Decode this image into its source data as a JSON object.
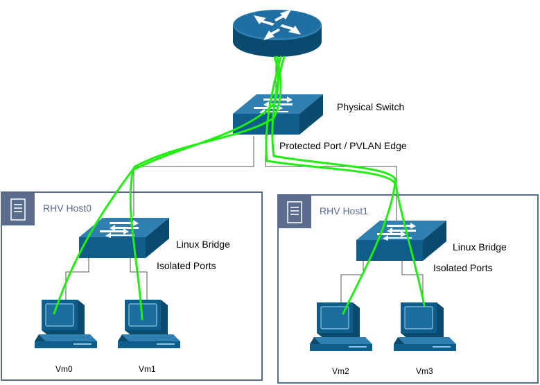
{
  "colors": {
    "device_blue": "#0f5d8a",
    "device_dark": "#0b4a6f",
    "device_light": "#2f7fb0",
    "host_border": "#5a6b8c",
    "host_label": "#5a6b8c",
    "link_gray": "#555555",
    "flow_green": "#22ee11"
  },
  "nodes": {
    "router": {
      "icon": "router-icon"
    },
    "physical_switch": {
      "label": "Physical Switch",
      "icon": "switch-icon"
    },
    "protected_port": {
      "label": "Protected Port / PVLAN Edge"
    }
  },
  "hosts": [
    {
      "label": "RHV Host0",
      "icon": "server-icon",
      "bridge_label": "Linux Bridge",
      "ports_label": "Isolated Ports",
      "vms": [
        {
          "label": "Vm0",
          "icon": "computer-icon"
        },
        {
          "label": "Vm1",
          "icon": "computer-icon"
        }
      ]
    },
    {
      "label": "RHV Host1",
      "icon": "server-icon",
      "bridge_label": "Linux Bridge",
      "ports_label": "Isolated Ports",
      "vms": [
        {
          "label": "Vm2",
          "icon": "computer-icon"
        },
        {
          "label": "Vm3",
          "icon": "computer-icon"
        }
      ]
    }
  ]
}
